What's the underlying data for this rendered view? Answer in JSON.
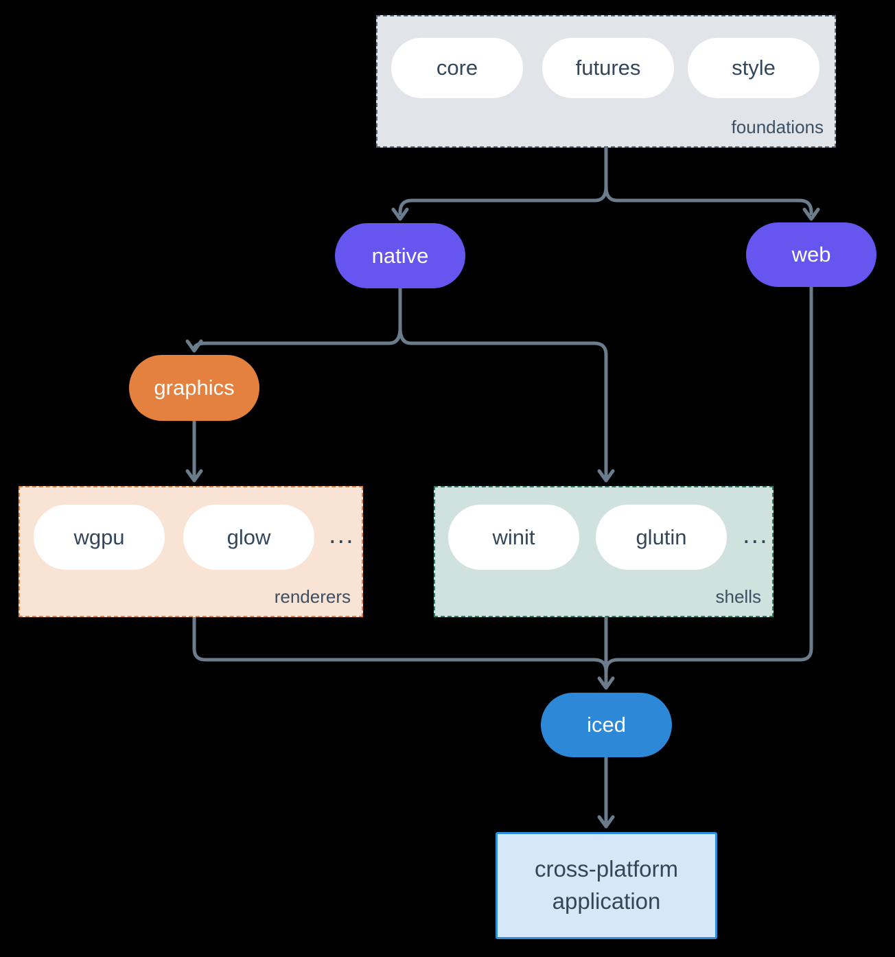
{
  "colors": {
    "background": "#000000",
    "connector": "#6b7d8c",
    "purple_node": "#6456ef",
    "orange_node": "#e5813e",
    "blue_node": "#2d89d8",
    "foundations_fill": "#e1e5e9",
    "foundations_border": "#5b6b7b",
    "renderers_fill": "#f9e3d5",
    "renderers_border": "#e5813e",
    "shells_fill": "#cfe2dd",
    "shells_border": "#2b7d6b",
    "app_fill": "#d5e7f8",
    "app_border": "#2e8ede",
    "dark_text": "#33475c"
  },
  "groups": {
    "foundations": {
      "label": "foundations",
      "items": [
        "core",
        "futures",
        "style"
      ]
    },
    "renderers": {
      "label": "renderers",
      "items": [
        "wgpu",
        "glow"
      ],
      "more": "..."
    },
    "shells": {
      "label": "shells",
      "items": [
        "winit",
        "glutin"
      ],
      "more": "..."
    }
  },
  "nodes": {
    "native": "native",
    "web": "web",
    "graphics": "graphics",
    "iced": "iced"
  },
  "application": {
    "line1": "cross-platform",
    "line2": "application"
  }
}
